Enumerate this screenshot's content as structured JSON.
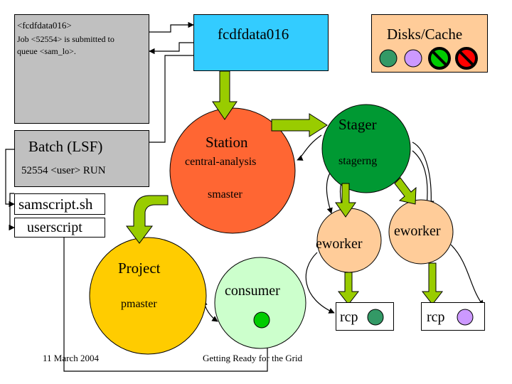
{
  "message": {
    "line1": "<fcdfdata016>",
    "line2": "Job <52554> is submitted to",
    "line3": "queue <sam_lo>."
  },
  "batch": {
    "title": "Batch (LSF)",
    "job": "52554 <user> RUN"
  },
  "scripts": {
    "samscript": "samscript.sh",
    "userscript": "userscript"
  },
  "fcd_node": {
    "label": "fcdfdata016"
  },
  "disks": {
    "label": "Disks/Cache",
    "disk_colors": [
      "#339966",
      "#cc99ff",
      "#00cc00",
      "#ff0000"
    ]
  },
  "station": {
    "title": "Station",
    "subtitle": "central-analysis",
    "process": "smaster"
  },
  "stager": {
    "title": "Stager",
    "process": "stagerng"
  },
  "eworkers": [
    "eworker",
    "eworker"
  ],
  "project": {
    "title": "Project",
    "process": "pmaster"
  },
  "consumer": {
    "label": "consumer"
  },
  "rcp": [
    "rcp",
    "rcp"
  ],
  "footer": {
    "date": "11 March 2004",
    "title": "Getting Ready for the Grid"
  },
  "colors": {
    "gray_box": "#c0c0c0",
    "fcd_box": "#33ccff",
    "disks_box": "#ffcc99",
    "station": "#ff6633",
    "stager": "#009933",
    "eworker": "#ffcc99",
    "project": "#ffcc00",
    "consumer": "#ccffcc",
    "arrow": "#99cc00"
  }
}
